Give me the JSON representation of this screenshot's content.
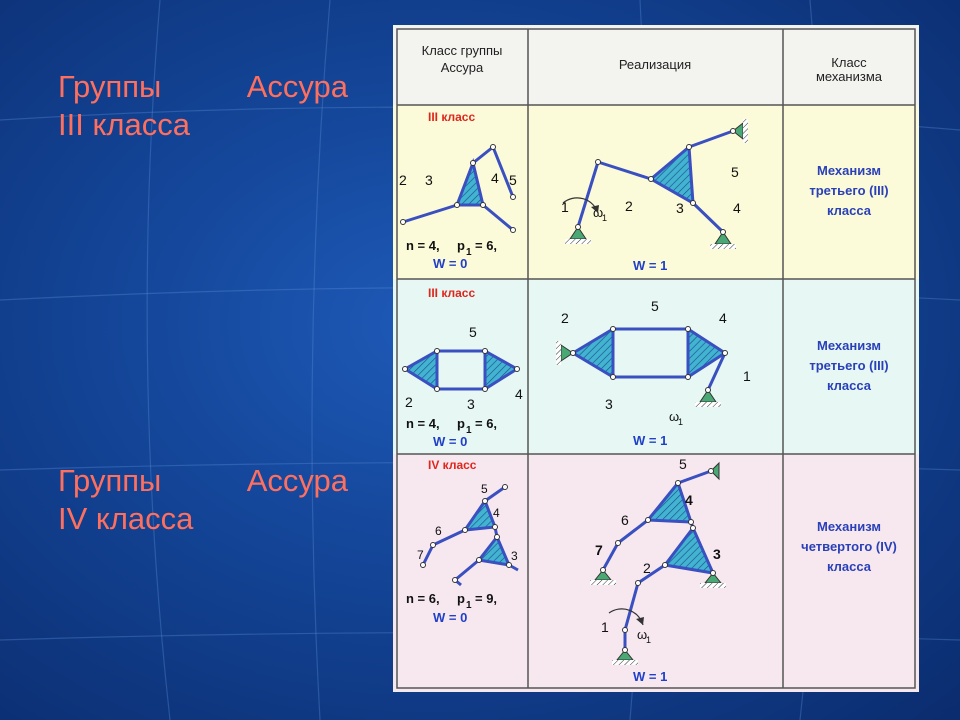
{
  "headings": [
    {
      "word1": "Группы",
      "word2": "Ассура",
      "line2": "III класса"
    },
    {
      "word1": "Группы",
      "word2": "Ассура",
      "line2": "IV класса"
    }
  ],
  "table": {
    "headers": {
      "col1_line1": "Класс группы",
      "col1_line2": "Ассура",
      "col2": "Реализация",
      "col3_line1": "Класс",
      "col3_line2": "механизма"
    },
    "rows": [
      {
        "class_label": "III класс",
        "formula_n": "n = 4,",
        "formula_p": "p",
        "formula_p_sub": "1",
        "formula_p_val": "= 6,",
        "group_w": "W = 0",
        "group_links": [
          "2",
          "3",
          "4",
          "5"
        ],
        "real_links": [
          "1",
          "2",
          "3",
          "4",
          "5"
        ],
        "omega": "ω",
        "omega_sub": "1",
        "real_w": "W = 1",
        "mech_line1": "Механизм",
        "mech_line2": "третьего (III)",
        "mech_line3": "класса"
      },
      {
        "class_label": "III класс",
        "formula_n": "n = 4,",
        "formula_p": "p",
        "formula_p_sub": "1",
        "formula_p_val": "= 6,",
        "group_w": "W = 0",
        "group_links": [
          "2",
          "3",
          "4",
          "5"
        ],
        "real_links": [
          "1",
          "2",
          "3",
          "4",
          "5"
        ],
        "omega": "ω",
        "omega_sub": "1",
        "real_w": "W = 1",
        "mech_line1": "Механизм",
        "mech_line2": "третьего (III)",
        "mech_line3": "класса"
      },
      {
        "class_label": "IV класс",
        "formula_n": "n = 6,",
        "formula_p": "p",
        "formula_p_sub": "1",
        "formula_p_val": "= 9,",
        "group_w": "W = 0",
        "group_links": [
          "3",
          "4",
          "5",
          "6",
          "7"
        ],
        "real_links": [
          "1",
          "2",
          "3",
          "4",
          "5",
          "6",
          "7"
        ],
        "omega": "ω",
        "omega_sub": "1",
        "real_w": "W = 1",
        "mech_line1": "Механизм",
        "mech_line2": "четвертого (IV)",
        "mech_line3": "класса"
      }
    ]
  },
  "colors": {
    "background": "#134496",
    "heading": "#ff6f5e",
    "link_blue": "#3a4fc0",
    "hatch": "#3aa6c8",
    "cell_yellow": "#fbfad9",
    "cell_cyan": "#e6f7f4",
    "cell_pink": "#f7e8f0"
  }
}
